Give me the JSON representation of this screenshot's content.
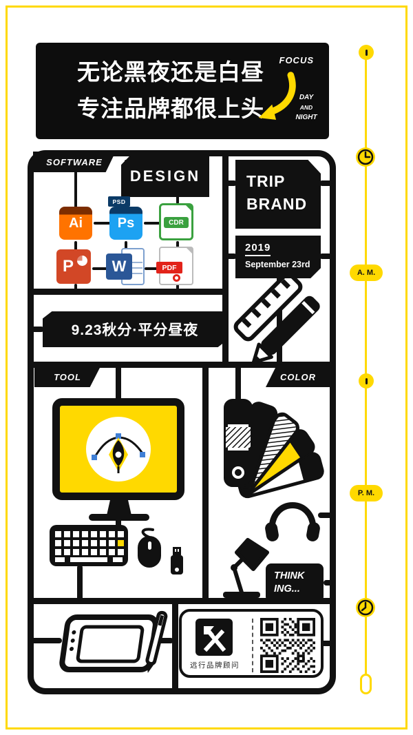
{
  "banner": {
    "line1": "无论黑夜还是白昼",
    "line2": "专注品牌都很上头",
    "focus": "FOCUS",
    "day": "DAY",
    "and_word": "AND",
    "night": "NIGHT"
  },
  "sections": {
    "software": "SOFTWARE",
    "design": "DESIGN",
    "trip": "TRIP",
    "brand": "BRAND",
    "year": "2019",
    "date": "September 23rd",
    "equinox": "9.23秋分·平分昼夜",
    "tool": "TOOL",
    "color": "COLOR",
    "think1": "THINK",
    "think2": "ING..."
  },
  "apps": {
    "ai": "Ai",
    "psd": "PSD",
    "ps": "Ps",
    "cdr": "CDR",
    "ppt": "P",
    "word": "W",
    "pdf": "PDF"
  },
  "timeline": {
    "am": "A. M.",
    "pm": "P. M."
  },
  "footer": {
    "brand_name": "远行品牌顾问"
  },
  "colors": {
    "yellow": "#FFD900",
    "black": "#111111",
    "ai_orange": "#FF7300",
    "ps_blue": "#1DA2F2",
    "cdr_green": "#3AA13F",
    "ppt_orange": "#D24726",
    "word_blue": "#2B5797",
    "pdf_red": "#E2231A"
  }
}
